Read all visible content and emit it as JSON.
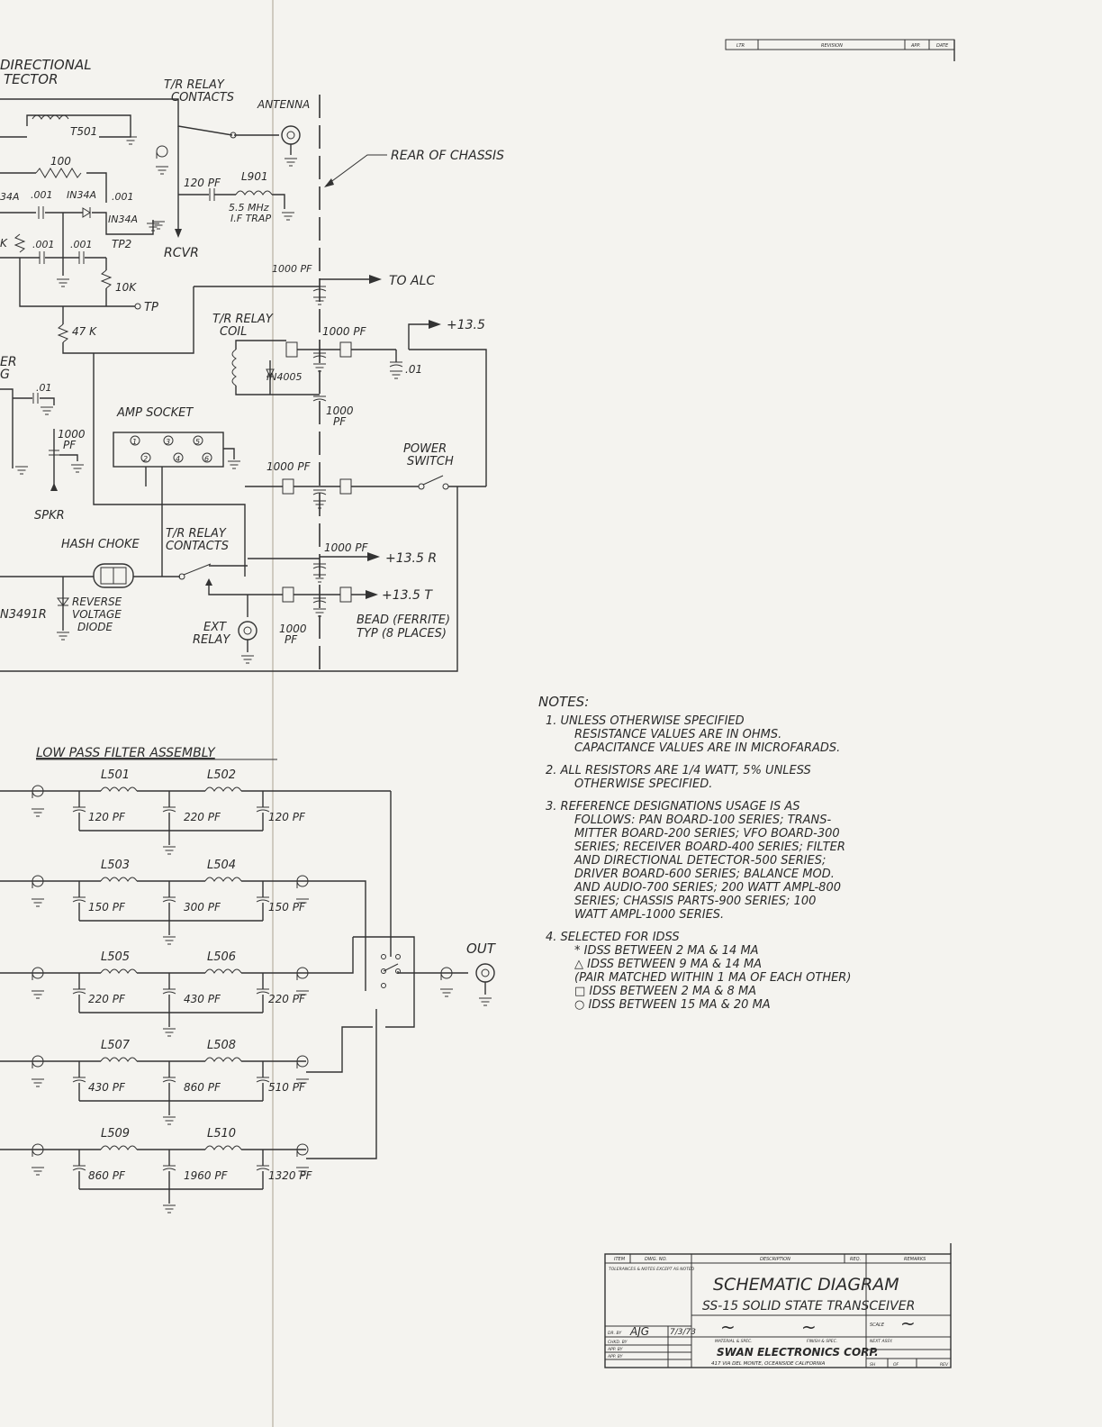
{
  "sections": {
    "directional_detector": [
      "DIRECTIONAL",
      "TECTOR"
    ],
    "low_pass_filter": "LOW PASS FILTER ASSEMBLY",
    "amp_socket": "AMP SOCKET",
    "hash_choke": "HASH CHOKE"
  },
  "labels": {
    "tr_relay_contacts": [
      "T/R RELAY",
      "CONTACTS"
    ],
    "tr_relay_coil": [
      "T/R RELAY",
      "COIL"
    ],
    "antenna": "ANTENNA",
    "rear_of_chassis": "REAR OF CHASSIS",
    "rcvr": "RCVR",
    "to_alc": "TO ALC",
    "plus_13_5": "+13.5",
    "plus_13_5r": "+13.5 R",
    "plus_13_5t": "+13.5 T",
    "power_switch": [
      "POWER",
      "SWITCH"
    ],
    "spkr": "SPKR",
    "ext_relay": [
      "EXT",
      "RELAY"
    ],
    "bead": [
      "BEAD (FERRITE)",
      "TYP (8 PLACES)"
    ],
    "reverse_voltage_diode": [
      "REVERSE",
      "VOLTAGE",
      "DIODE"
    ],
    "out": "OUT",
    "er_g": [
      "ER",
      "G"
    ],
    "tp": "TP",
    "tp2": "TP2"
  },
  "components": {
    "t501": "T501",
    "r100": "100",
    "l901": "L901",
    "if_trap": [
      "5.5 MHz",
      "I.F TRAP"
    ],
    "c120pf": "120 PF",
    "c001a": ".001",
    "c001b": ".001",
    "c001c": ".001",
    "c001d": ".001",
    "d_in34a_1": "IN34A",
    "d_in34a_2": "IN34A",
    "d_in34a_3": "34A",
    "r10k": "10K",
    "r47k": "47 K",
    "rk": "K",
    "c1000pf_alc": "1000 PF",
    "c1000pf_coil": "1000 PF",
    "c01_coil": ".01",
    "d_in4005": "IN4005",
    "c1000pf_mid": [
      "1000",
      "PF"
    ],
    "c1000pf_pwr": "1000 PF",
    "c1000pf_r": "1000 PF",
    "c1000pf_ext": [
      "1000",
      "PF"
    ],
    "c01_spkr": ".01",
    "c1000pf_spkr": [
      "1000",
      "PF"
    ],
    "d_reverse": "N3491R",
    "socket_pins": [
      "1",
      "2",
      "3",
      "4",
      "5",
      "6"
    ]
  },
  "lpf_rows": [
    {
      "l1": "L501",
      "l2": "L502",
      "c1": "120 PF",
      "c2": "220 PF",
      "c3": "120 PF"
    },
    {
      "l1": "L503",
      "l2": "L504",
      "c1": "150 PF",
      "c2": "300 PF",
      "c3": "150 PF"
    },
    {
      "l1": "L505",
      "l2": "L506",
      "c1": "220 PF",
      "c2": "430 PF",
      "c3": "220 PF"
    },
    {
      "l1": "L507",
      "l2": "L508",
      "c1": "430 PF",
      "c2": "860 PF",
      "c3": "510 PF"
    },
    {
      "l1": "L509",
      "l2": "L510",
      "c1": "860 PF",
      "c2": "1960 PF",
      "c3": "1320 PF"
    }
  ],
  "notes": {
    "title": "NOTES:",
    "n1": [
      "1. UNLESS OTHERWISE SPECIFIED",
      "RESISTANCE VALUES ARE IN OHMS.",
      "CAPACITANCE VALUES ARE IN MICROFARADS."
    ],
    "n2": [
      "2. ALL RESISTORS ARE 1/4 WATT, 5% UNLESS",
      "OTHERWISE SPECIFIED."
    ],
    "n3": [
      "3. REFERENCE DESIGNATIONS USAGE IS AS",
      "FOLLOWS: PAN BOARD-100 SERIES; TRANS-",
      "MITTER BOARD-200 SERIES; VFO BOARD-300",
      "SERIES; RECEIVER BOARD-400 SERIES; FILTER",
      "AND DIRECTIONAL DETECTOR-500 SERIES;",
      "DRIVER BOARD-600 SERIES; BALANCE MOD.",
      "AND AUDIO-700 SERIES; 200 WATT AMPL-800",
      "SERIES; CHASSIS PARTS-900 SERIES; 100",
      "WATT AMPL-1000 SERIES."
    ],
    "n4": [
      "4. SELECTED FOR IDSS",
      "* IDSS BETWEEN 2 MA & 14 MA",
      "△ IDSS BETWEEN 9 MA & 14 MA",
      "(PAIR MATCHED WITHIN 1 MA OF EACH OTHER)",
      "□ IDSS BETWEEN 2 MA & 8 MA",
      "○ IDSS BETWEEN 15 MA & 20 MA"
    ]
  },
  "title_block": {
    "header_item": "ITEM",
    "header_dwg": "DWG. NO.",
    "header_desc": "DESCRIPTION",
    "header_req": "REQ.",
    "header_remarks": "REMARKS",
    "tolerances": "TOLERANCES & NOTES EXCEPT AS NOTED",
    "title": "SCHEMATIC DIAGRAM",
    "subtitle": "SS-15 SOLID STATE TRANSCEIVER",
    "tilde": "~",
    "scale_label": "SCALE",
    "material_label": "MATERIAL & SPEC.",
    "finish_label": "FINISH & SPEC.",
    "next_assy": "NEXT ASSY.",
    "dr_by_label": "DR. BY",
    "dr_by": "AJG",
    "date": "7/3/73",
    "chkd_by": "CHKD. BY",
    "app_by1": "APP. BY",
    "app_by2": "APP. BY",
    "company": "SWAN ELECTRONICS CORP.",
    "address": "417 VIA DEL MONTE, OCEANSIDE CALIFORNIA",
    "sh": "SH",
    "of": "OF",
    "rev": "REV"
  },
  "revision_block": {
    "ltr": "LTR",
    "revision": "REVISION",
    "app": "APP.",
    "date": "DATE"
  }
}
